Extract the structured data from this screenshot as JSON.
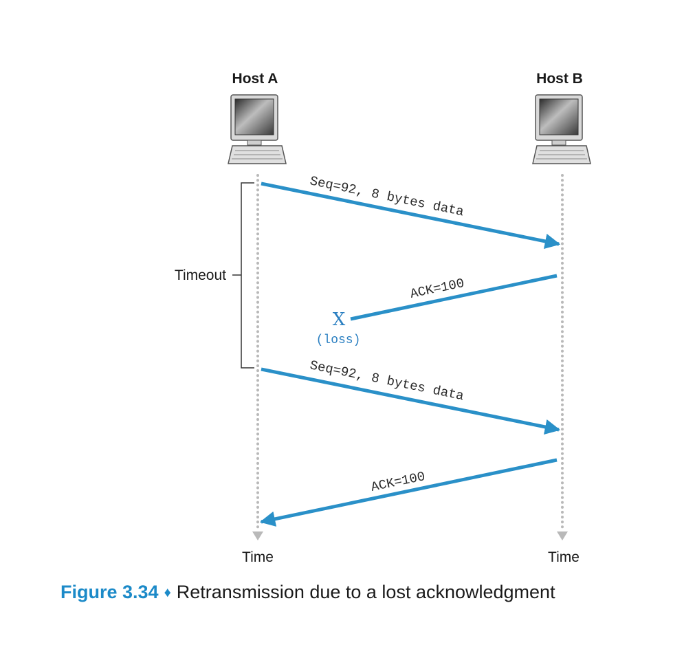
{
  "hosts": {
    "a": {
      "label": "Host A",
      "time_label": "Time",
      "icon": "computer-icon"
    },
    "b": {
      "label": "Host B",
      "time_label": "Time",
      "icon": "computer-icon"
    }
  },
  "timeout": {
    "label": "Timeout"
  },
  "messages": [
    {
      "label": "Seq=92, 8 bytes data",
      "from": "Host A",
      "to": "Host B",
      "lost": false
    },
    {
      "label": "ACK=100",
      "from": "Host B",
      "to": "Host A",
      "lost": true
    },
    {
      "label": "Seq=92, 8 bytes data",
      "from": "Host A",
      "to": "Host B",
      "lost": false
    },
    {
      "label": "ACK=100",
      "from": "Host B",
      "to": "Host A",
      "lost": false
    }
  ],
  "loss": {
    "marker": "X",
    "label": "(loss)"
  },
  "caption": {
    "figure_number": "Figure 3.34",
    "separator": "♦",
    "text": "Retransmission due to a lost acknowledgment"
  },
  "colors": {
    "arrow": "#2a90c8",
    "timeline": "#b9b9b9",
    "caption_accent": "#1c8ac8"
  }
}
